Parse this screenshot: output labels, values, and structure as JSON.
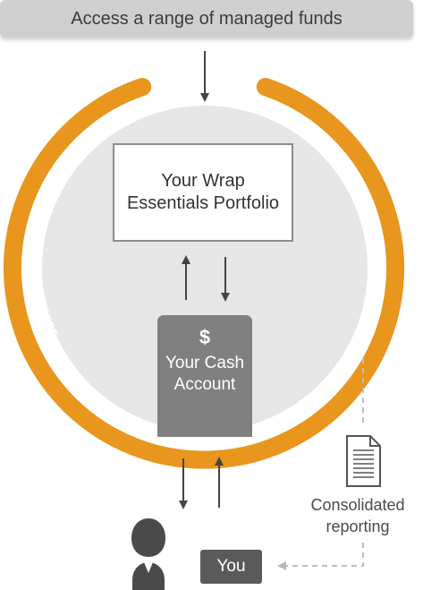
{
  "banner": {
    "text": "Access a range of managed funds"
  },
  "ring": {
    "label": "WRAP ESSENTIALS SERVICE",
    "color": "#e8961e"
  },
  "portfolio": {
    "text": "Your Wrap Essentials Portfolio"
  },
  "cash_account": {
    "symbol": "$",
    "text": "Your Cash Account"
  },
  "reporting": {
    "text": "Consolidated reporting",
    "icon": "document-icon"
  },
  "you": {
    "text": "You",
    "icon": "person-icon"
  },
  "colors": {
    "orange": "#e8961e",
    "grey_circle": "#e6e6e6",
    "dark_grey": "#5a5a5a",
    "arrow": "#444444"
  }
}
